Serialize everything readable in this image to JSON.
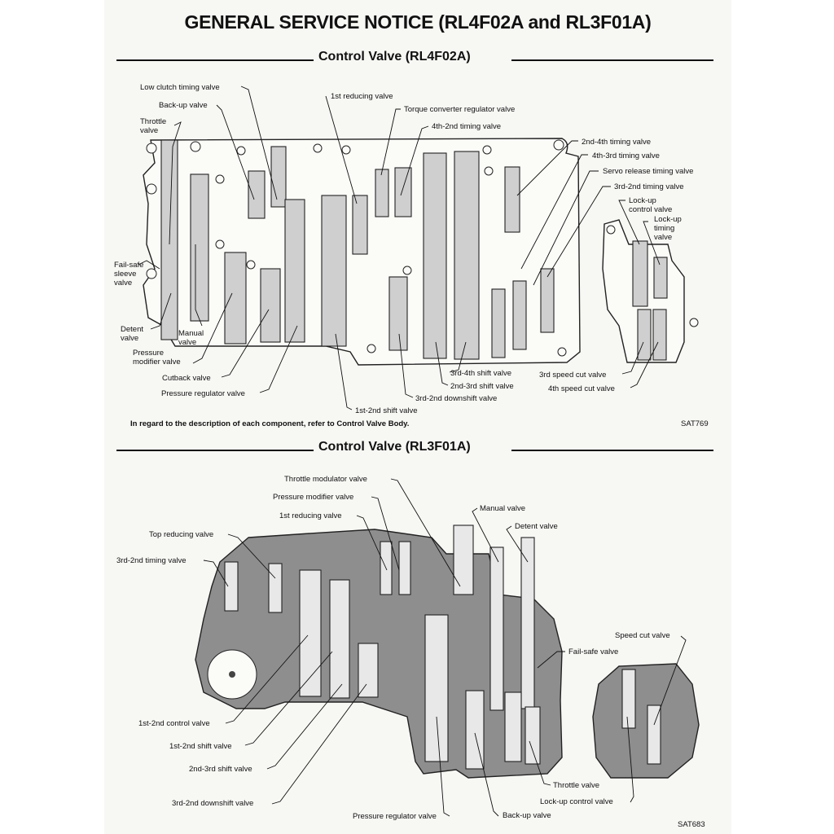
{
  "title": "GENERAL SERVICE NOTICE (RL4F02A and RL3F01A)",
  "section1": {
    "heading": "Control Valve (RL4F02A)",
    "labels": [
      "Low clutch timing valve",
      "Back-up valve",
      "Throttle\nvalve",
      "1st reducing valve",
      "Torque converter regulator valve",
      "4th-2nd timing valve",
      "2nd-4th timing valve",
      "4th-3rd timing valve",
      "Servo release timing valve",
      "3rd-2nd timing valve",
      "Lock-up\ncontrol valve",
      "Lock-up\ntiming\nvalve",
      "Fail-safe\nsleeve\nvalve",
      "Detent\nvalve",
      "Manual\nvalve",
      "Pressure\nmodifier valve",
      "Cutback valve",
      "Pressure regulator valve",
      "1st-2nd shift valve",
      "3rd-2nd downshift valve",
      "2nd-3rd shift valve",
      "3rd-4th shift valve",
      "3rd speed cut valve",
      "4th speed cut valve"
    ],
    "note": "In regard to the description of each component, refer to Control Valve Body.",
    "code": "SAT769"
  },
  "section2": {
    "heading": "Control Valve (RL3F01A)",
    "labels": [
      "Throttle modulator valve",
      "Pressure modifier valve",
      "1st reducing valve",
      "Top reducing valve",
      "3rd-2nd timing valve",
      "Manual valve",
      "Detent valve",
      "Speed cut valve",
      "Fail-safe valve",
      "1st-2nd control valve",
      "1st-2nd shift valve",
      "2nd-3rd shift valve",
      "3rd-2nd downshift valve",
      "Pressure regulator valve",
      "Back-up valve",
      "Throttle valve",
      "Lock-up control valve"
    ],
    "code": "SAT683"
  }
}
